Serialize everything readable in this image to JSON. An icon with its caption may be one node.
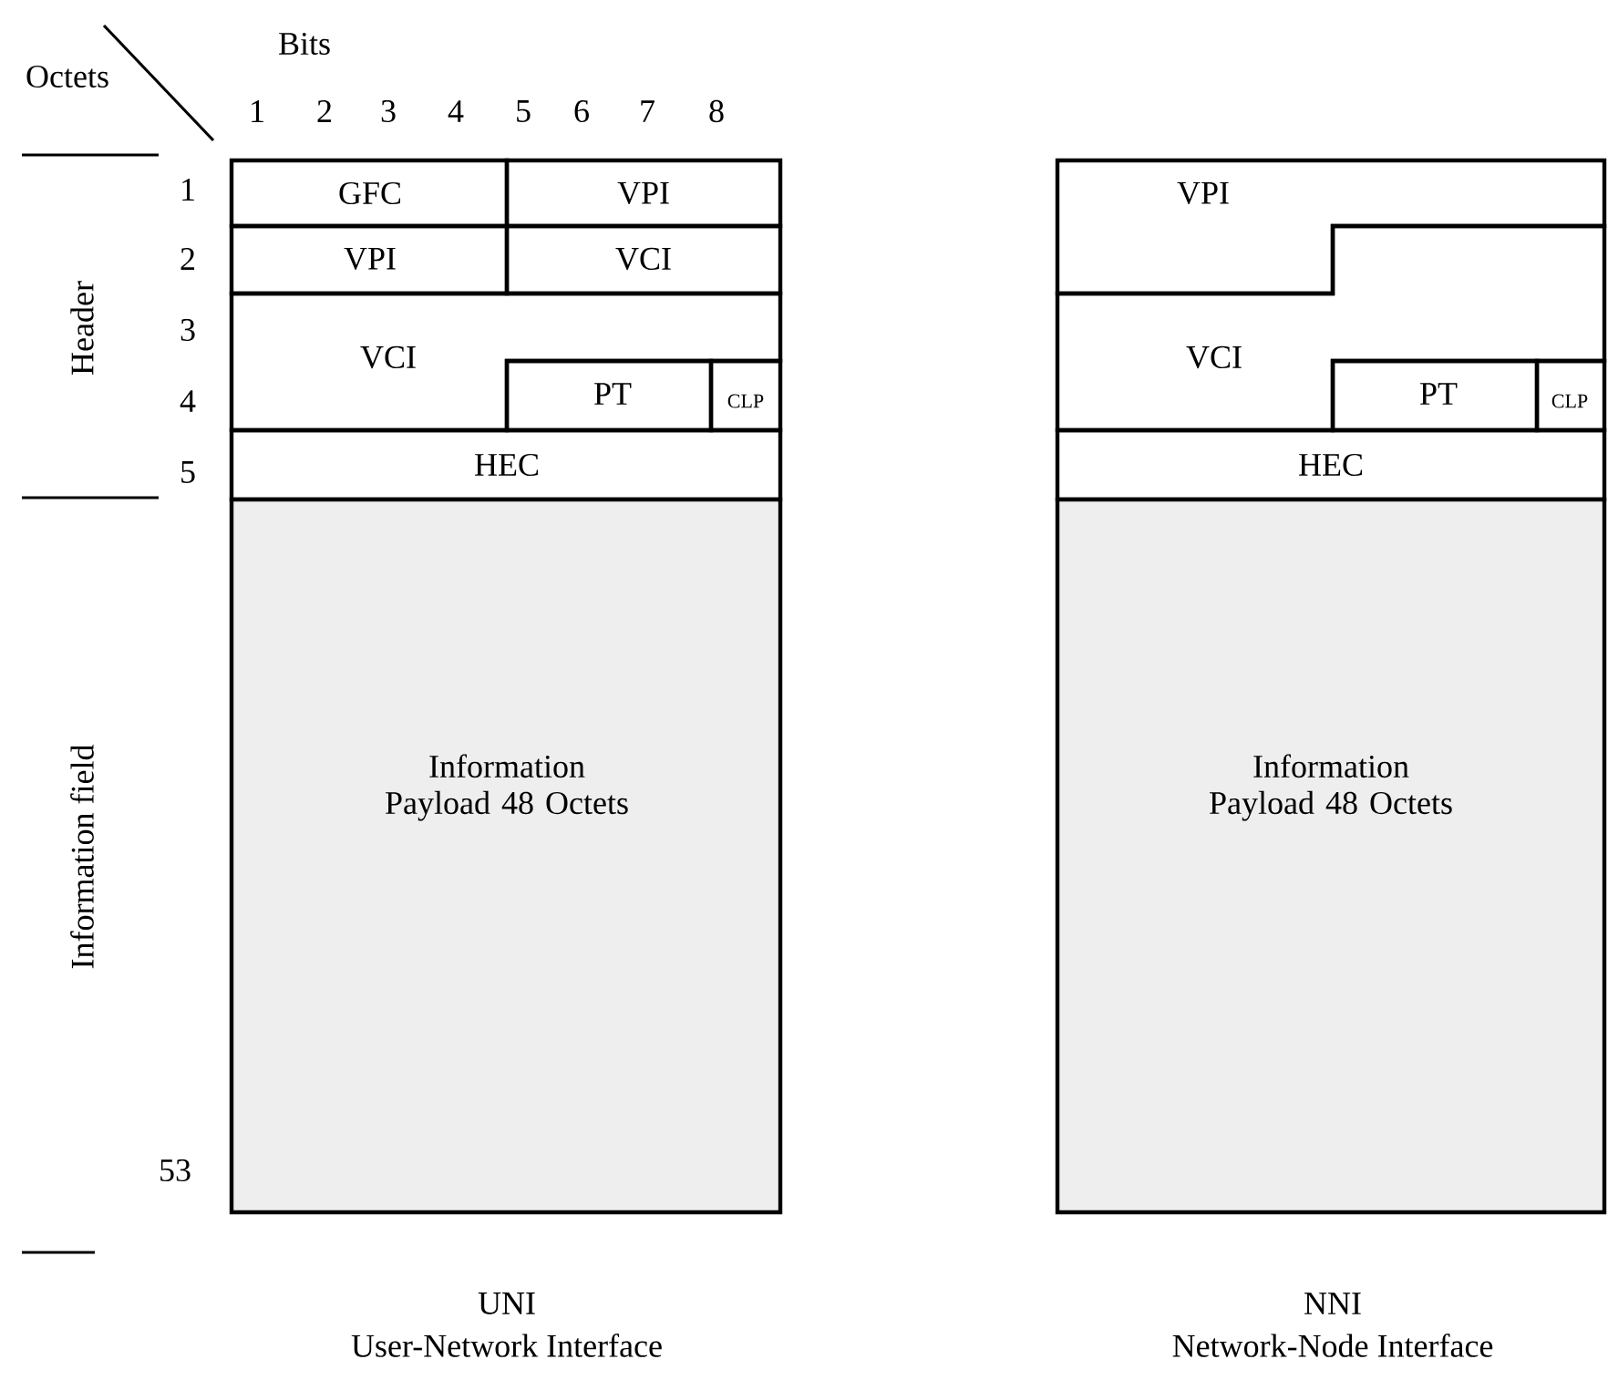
{
  "diagram": {
    "nodes": [
      {
        "text": [
          "GFC"
        ]
      },
      {
        "text": [
          "VPI"
        ]
      },
      {
        "text": [
          "VPI"
        ]
      },
      {
        "text": [
          "VCI"
        ]
      },
      {
        "text": [
          "VCI"
        ]
      },
      {
        "text": [
          "PT"
        ]
      },
      {
        "text": [
          "CLP"
        ]
      },
      {
        "text": [
          "HEC"
        ]
      },
      {
        "text": [
          "Information Payload 48 Octets"
        ]
      },
      {
        "text": [
          "VPI"
        ]
      },
      {
        "text": [
          "VCI"
        ]
      },
      {
        "text": [
          "PT"
        ]
      },
      {
        "text": [
          "CLP"
        ]
      },
      {
        "text": [
          "HEC"
        ]
      },
      {
        "text": [
          "Information Payload 48 Octets"
        ]
      }
    ],
    "labels": [
      "Bits",
      "Octets",
      "1",
      "2",
      "3",
      "4",
      "5",
      "6",
      "7",
      "8",
      "1",
      "2",
      "3",
      "4",
      "5",
      "Header",
      "Information field",
      "53",
      "UNI",
      "User-Network Interface",
      "NNI",
      "Network-Node Interface"
    ]
  }
}
